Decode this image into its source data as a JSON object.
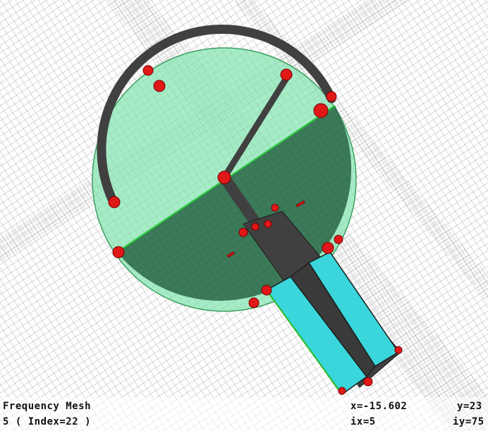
{
  "status_bar": {
    "mesh_label": "Frequency Mesh",
    "index_label": "5 ( Index=22 )",
    "x_readout": "x=-15.602",
    "y_readout": "y=23",
    "ix_readout": "ix=5",
    "iy_readout": "iy=75"
  },
  "colors": {
    "background": "#ffffff",
    "mesh_line": "#9a9a9a",
    "disc_light": "#8fe8b8",
    "disc_dark": "#2f6e4c",
    "feed_line": "#404040",
    "port_fill": "#3ad6dc",
    "port_marker": "#e01818"
  }
}
